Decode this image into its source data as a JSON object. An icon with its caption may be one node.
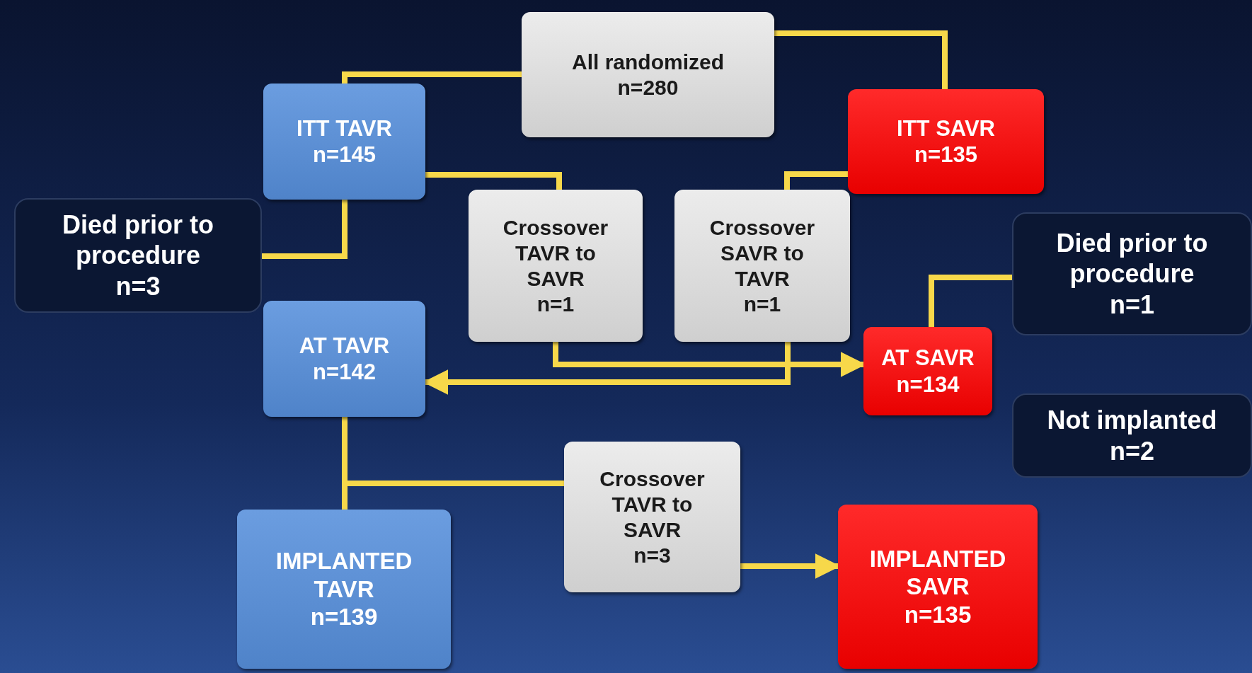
{
  "diagram": {
    "nodes": [
      {
        "text": [
          "All randomized",
          "n=280"
        ]
      },
      {
        "text": [
          "ITT TAVR",
          "n=145"
        ]
      },
      {
        "text": [
          "ITT SAVR",
          "n=135"
        ]
      },
      {
        "text": [
          "Died prior to procedure",
          "n=3"
        ]
      },
      {
        "text": [
          "Crossover TAVR to SAVR",
          "n=1"
        ]
      },
      {
        "text": [
          "Crossover SAVR to TAVR",
          "n=1"
        ]
      },
      {
        "text": [
          "Died prior to procedure",
          "n=1"
        ]
      },
      {
        "text": [
          "AT TAVR",
          "n=142"
        ]
      },
      {
        "text": [
          "AT SAVR",
          "n=134"
        ]
      },
      {
        "text": [
          "Not implanted",
          "n=2"
        ]
      },
      {
        "text": [
          "Crossover TAVR to SAVR",
          "n=3"
        ]
      },
      {
        "text": [
          "IMPLANTED TAVR",
          "n=139"
        ]
      },
      {
        "text": [
          "IMPLANTED SAVR",
          "n=135"
        ]
      }
    ],
    "edges": [
      {
        "from": 0,
        "to": 1,
        "arrow": "none"
      },
      {
        "from": 0,
        "to": 2,
        "arrow": "none"
      },
      {
        "from": 1,
        "to": 4,
        "arrow": "none"
      },
      {
        "from": 1,
        "to": 3,
        "arrow": "none"
      },
      {
        "from": 2,
        "to": 5,
        "arrow": "none"
      },
      {
        "from": 4,
        "to": 8,
        "arrow": "to"
      },
      {
        "from": 5,
        "to": 7,
        "arrow": "to"
      },
      {
        "from": 7,
        "to": 11,
        "arrow": "none"
      },
      {
        "from": 7,
        "to": 10,
        "arrow": "none"
      },
      {
        "from": 10,
        "to": 12,
        "arrow": "to"
      },
      {
        "from": 8,
        "to": 6,
        "arrow": "none"
      }
    ]
  }
}
